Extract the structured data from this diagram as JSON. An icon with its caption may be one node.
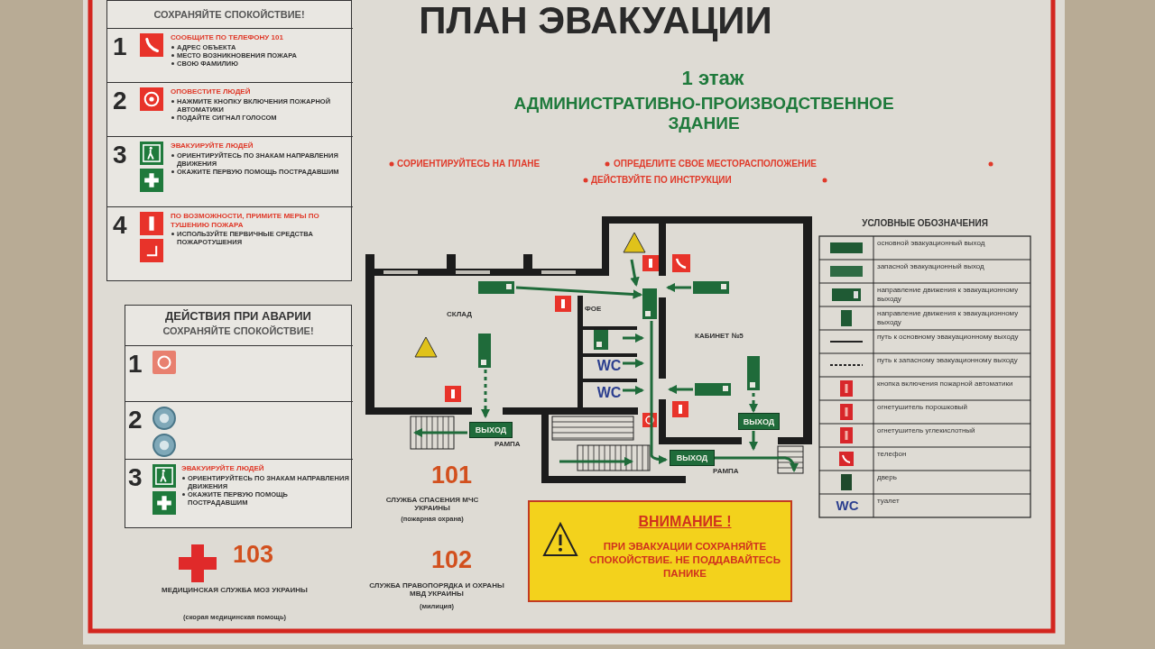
{
  "diagram": {
    "title": "ПЛАН ЭВАКУАЦИИ",
    "nodes": [
      {
        "text": [
          "СОХРАНЯЙТЕ СПОКОЙСТВИЕ!"
        ]
      },
      {
        "text": [
          "1",
          "СООБЩИТЕ ПО ТЕЛЕФОНУ 101",
          "АДРЕС ОБЪЕКТА",
          "МЕСТО ВОЗНИКНОВЕНИЯ ПОЖАРА",
          "СВОЮ ФАМИЛИЮ"
        ],
        "in": 0
      },
      {
        "text": [
          "2",
          "ОПОВЕСТИТЕ ЛЮДЕЙ",
          "НАЖМИТЕ КНОПКУ ВКЛЮЧЕНИЯ ПОЖАРНОЙ АВТОМАТИКИ",
          "ПОДАЙТЕ СИГНАЛ ГОЛОСОМ"
        ],
        "in": 0
      },
      {
        "text": [
          "3",
          "ЭВАКУИРУЙТЕ ЛЮДЕЙ",
          "ОРИЕНТИРУЙТЕСЬ ПО ЗНАКАМ НАПРАВЛЕНИЯ ДВИЖЕНИЯ",
          "ОКАЖИТЕ ПЕРВУЮ ПОМОЩЬ ПОСТРАДАВШИМ"
        ],
        "in": 0
      },
      {
        "text": [
          "4",
          "ПО ВОЗМОЖНОСТИ, ПРИМИТЕ МЕРЫ ПО ТУШЕНИЮ ПОЖАРА",
          "ИСПОЛЬЗУЙТЕ ПЕРВИЧНЫЕ СРЕДСТВА ПОЖАРОТУШЕНИЯ"
        ],
        "in": 0
      },
      {
        "text": [
          "ДЕЙСТВИЯ ПРИ АВАРИИ",
          "СОХРАНЯЙТЕ СПОКОЙСТВИЕ!"
        ]
      },
      {
        "text": [
          "1"
        ],
        "in": 5
      },
      {
        "text": [
          "2"
        ],
        "in": 5
      },
      {
        "text": [
          "3",
          "ЭВАКУИРУЙТЕ ЛЮДЕЙ",
          "ОРИЕНТИРУЙТЕСЬ ПО ЗНАКАМ НАПРАВЛЕНИЯ ДВИЖЕНИЯ",
          "ОКАЖИТЕ ПЕРВУЮ ПОМОЩЬ ПОСТРАДАВШИМ"
        ],
        "in": 5
      },
      {
        "text": [
          "ВЫХОД"
        ]
      },
      {
        "text": [
          "ВЫХОД"
        ]
      },
      {
        "text": [
          "ВЫХОД"
        ]
      },
      {
        "text": [
          "ВНИМАНИЕ !",
          "ПРИ ЭВАКУАЦИИ СОХРАНЯЙТЕ СПОКОЙСТВИЕ. НЕ ПОДДАВАЙТЕСЬ ПАНИКЕ"
        ]
      }
    ],
    "labels": [
      "1 этаж",
      "АДМИНИСТРАТИВНО-ПРОИЗВОДСТВЕННОЕ ЗДАНИЕ",
      "СОРИЕНТИРУЙТЕСЬ НА ПЛАНЕ",
      "ОПРЕДЕЛИТЕ СВОЕ МЕСТОРАСПОЛОЖЕНИЕ",
      "ДЕЙСТВУЙТЕ ПО ИНСТРУКЦИИ",
      "УСЛОВНЫЕ ОБОЗНАЧЕНИЯ",
      "СКЛАД",
      "ФОЕ",
      "КАБИНЕТ №5",
      "WC",
      "WC",
      "РАМПА",
      "РАМПА",
      "WC",
      "101",
      "СЛУЖБА СПАСЕНИЯ МЧС УКРАИНЫ",
      "(пожарная охрана)",
      "103",
      "МЕДИЦИНСКАЯ СЛУЖБА МОЗ УКРАИНЫ",
      "(скорая медицинская помощь)",
      "102",
      "СЛУЖБА ПРАВОПОРЯДКА И ОХРАНЫ МВД УКРАИНЫ",
      "(милиция)"
    ],
    "legend": [
      {
        "text": "основной эвакуационный выход"
      },
      {
        "text": "запасной эвакуационный выход"
      },
      {
        "text": "направление движения к эвакуационному выходу"
      },
      {
        "text": "направление движения к эвакуационному выходу"
      },
      {
        "text": "путь к основному эвакуационному выходу"
      },
      {
        "text": "путь к запасному эвакуационному выходу"
      },
      {
        "text": "кнопка включения пожарной автоматики"
      },
      {
        "text": "огнетушитель порошковый"
      },
      {
        "text": "огнетушитель углекислотный"
      },
      {
        "text": "телефон"
      },
      {
        "text": "дверь"
      },
      {
        "text": "туалет"
      }
    ]
  }
}
